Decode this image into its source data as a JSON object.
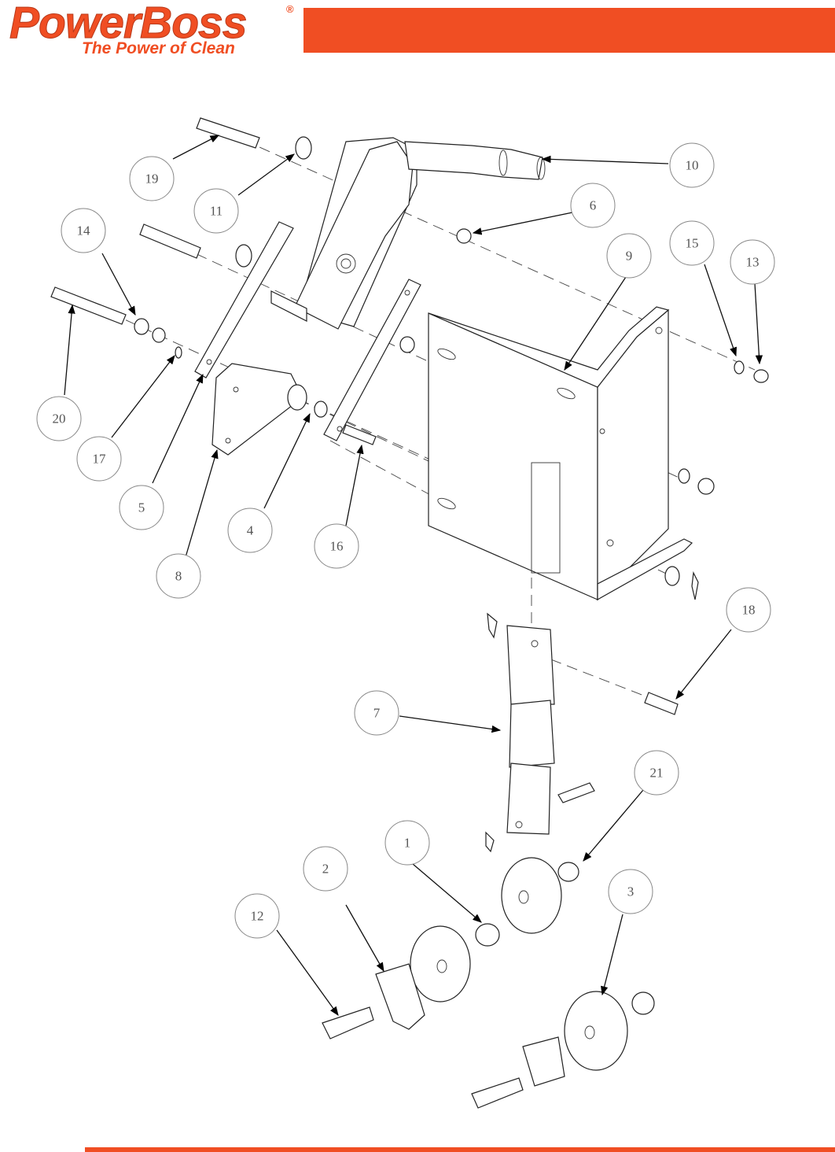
{
  "header": {
    "brand": "PowerBoss",
    "registered": "®",
    "tagline": "The Power of Clean",
    "accent_color": "#f04e23"
  },
  "callouts": [
    {
      "id": "c1",
      "label": "1"
    },
    {
      "id": "c2",
      "label": "2"
    },
    {
      "id": "c3",
      "label": "3"
    },
    {
      "id": "c4",
      "label": "4"
    },
    {
      "id": "c5",
      "label": "5"
    },
    {
      "id": "c6",
      "label": "6"
    },
    {
      "id": "c7",
      "label": "7"
    },
    {
      "id": "c8",
      "label": "8"
    },
    {
      "id": "c9",
      "label": "9"
    },
    {
      "id": "c10",
      "label": "10"
    },
    {
      "id": "c11",
      "label": "11"
    },
    {
      "id": "c12",
      "label": "12"
    },
    {
      "id": "c13",
      "label": "13"
    },
    {
      "id": "c14",
      "label": "14"
    },
    {
      "id": "c15",
      "label": "15"
    },
    {
      "id": "c16",
      "label": "16"
    },
    {
      "id": "c17",
      "label": "17"
    },
    {
      "id": "c18",
      "label": "18"
    },
    {
      "id": "c19",
      "label": "19"
    },
    {
      "id": "c20",
      "label": "20"
    },
    {
      "id": "c21",
      "label": "21"
    }
  ]
}
